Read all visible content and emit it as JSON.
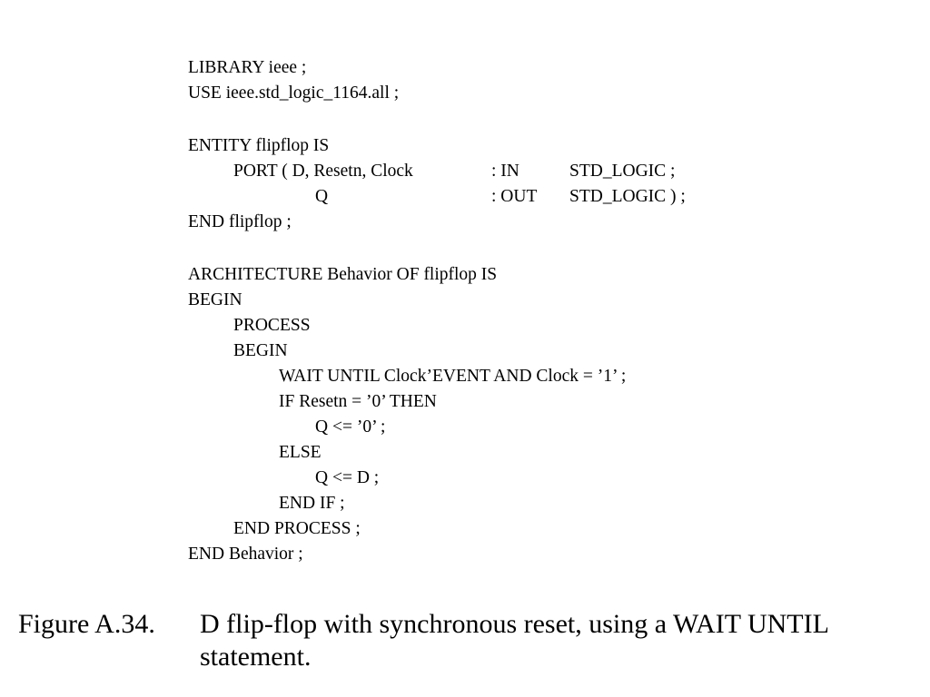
{
  "code": {
    "lines": [
      "LIBRARY ieee ;",
      "USE ieee.std_logic_1164.all ;",
      "",
      "ENTITY flipflop IS",
      "",
      "",
      "END flipflop ;",
      "",
      "ARCHITECTURE Behavior OF flipflop IS",
      "BEGIN",
      "PROCESS",
      "BEGIN",
      "WAIT UNTIL Clock’EVENT AND Clock = ’1’ ;",
      "IF Resetn = ’0’ THEN",
      "Q <= ’0’ ;",
      "ELSE",
      "Q <= D ;",
      "END IF ;",
      "END PROCESS ;",
      "END Behavior ;"
    ],
    "port": {
      "row1": {
        "name": "PORT ( D, Resetn, Clock",
        "dir": ": IN",
        "type": "STD_LOGIC ;"
      },
      "row2": {
        "name": "Q",
        "dir": ": OUT",
        "type": "STD_LOGIC ) ;"
      }
    }
  },
  "caption": {
    "label": "Figure A.34.",
    "text": "D flip-flop with synchronous reset, using a WAIT UNTIL statement."
  }
}
